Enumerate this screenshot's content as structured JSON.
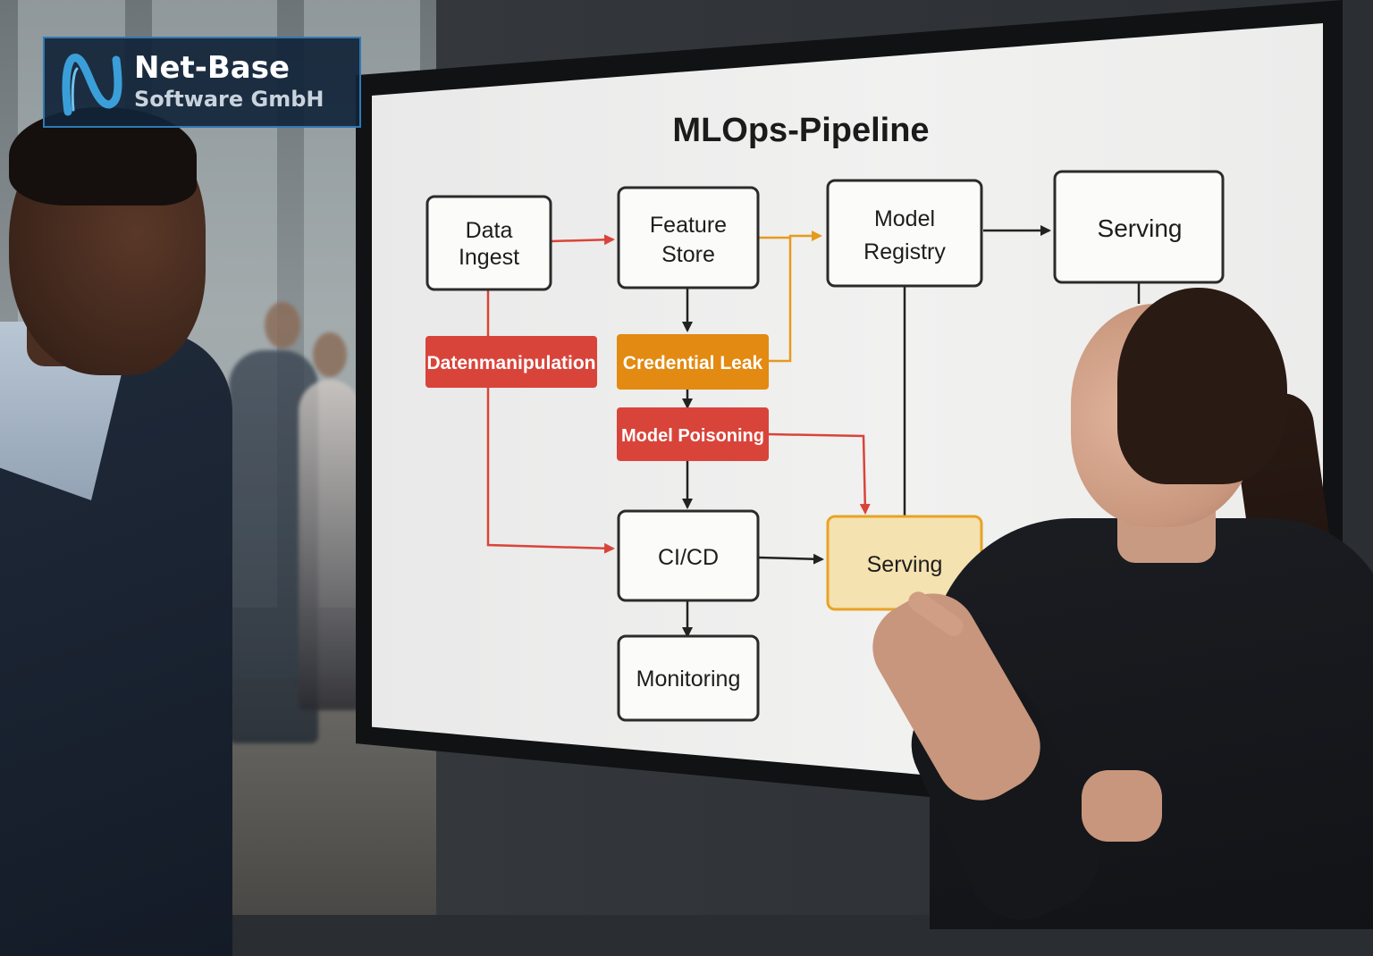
{
  "logo": {
    "name": "Net-Base",
    "subtitle": "Software GmbH",
    "mark_icon": "wave-n-icon",
    "colors": {
      "background": "#112438",
      "border": "#2f79b5",
      "mark": "#3a9fd8"
    }
  },
  "diagram": {
    "title": "MLOps-Pipeline",
    "nodes": {
      "data_ingest": {
        "line1": "Data",
        "line2": "Ingest"
      },
      "feature_store": {
        "line1": "Feature",
        "line2": "Store"
      },
      "model_registry": {
        "line1": "Model",
        "line2": "Registry"
      },
      "serving_top": {
        "label": "Serving"
      },
      "cicd": {
        "label": "CI/CD"
      },
      "serving_highlight": {
        "label": "Serving"
      },
      "monitoring": {
        "label": "Monitoring"
      }
    },
    "threats": {
      "datenmanipulation": {
        "label": "Datenmanipulation",
        "color": "#d9443a"
      },
      "credential_leak": {
        "label": "Credential Leak",
        "color": "#e38a12"
      },
      "model_poisoning": {
        "label": "Model Poisoning",
        "color": "#d9443a"
      }
    },
    "colors": {
      "normal_flow": "#222222",
      "threat_flow_red": "#d9443a",
      "threat_flow_orange": "#e69a1c",
      "highlight_fill": "#f4e2b0",
      "highlight_stroke": "#e8a326"
    }
  }
}
